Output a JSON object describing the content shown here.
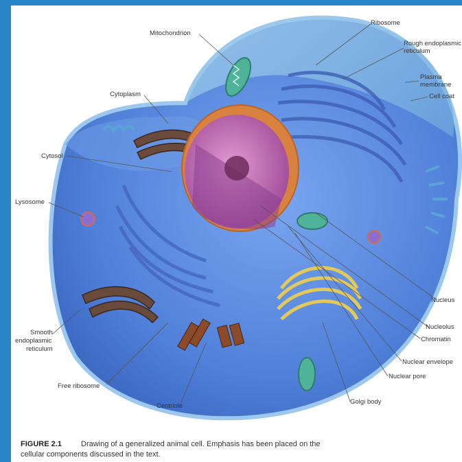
{
  "labels": {
    "mitochondrion": "Mitochondrion",
    "ribosome": "Ribosome",
    "rough_er_1": "Rough endoplasmic",
    "rough_er_2": "reticulum",
    "plasma_1": "Plasma",
    "plasma_2": "membrane",
    "cell_coat": "Cell coat",
    "cytoplasm": "Cytoplasm",
    "cytosol": "Cytosol",
    "lysosome": "Lysosome",
    "nucleus": "Nucleus",
    "nucleolus": "Nucleolus",
    "chromatin": "Chromatin",
    "nuclear_envelope": "Nuclear envelope",
    "nuclear_pore": "Nuclear pore",
    "golgi_body": "Golgi body",
    "smooth_er_1": "Smooth",
    "smooth_er_2": "endoplasmic",
    "smooth_er_3": "reticulum",
    "free_ribosome": "Free ribosome",
    "centriole": "Centriole"
  },
  "caption": {
    "figure_label": "FIGURE 2.1",
    "line1": "Drawing of a generalized animal cell. Emphasis has been placed on the",
    "line2": "cellular components discussed in the text."
  },
  "colors": {
    "background": "#2a86c8",
    "cell_body": "#5b8fe0",
    "nucleus": "#b25aa8",
    "nuclear_envelope": "#e08a4a",
    "golgi": "#e8d36a"
  }
}
